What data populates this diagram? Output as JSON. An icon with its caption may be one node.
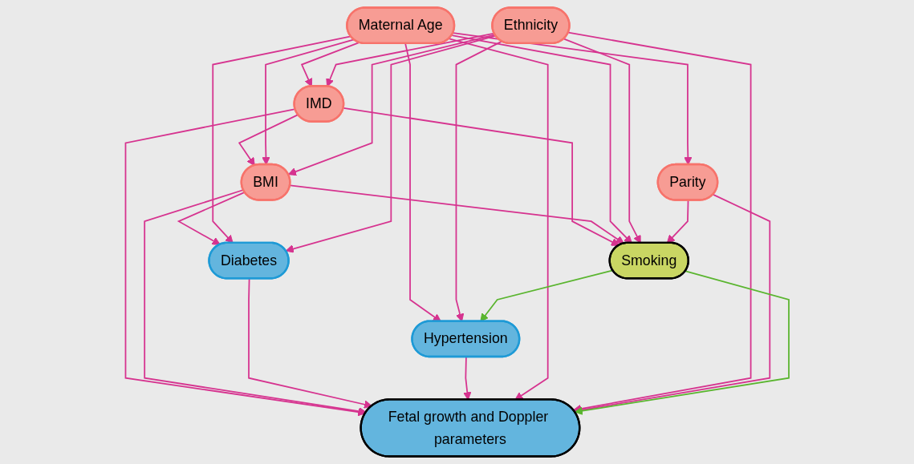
{
  "diagram": {
    "nodes": [
      {
        "text": [
          "IMD"
        ]
      },
      {
        "text": [
          "BMI"
        ]
      },
      {
        "text": [
          "Diabetes"
        ]
      },
      {
        "text": [
          "Hypertension"
        ]
      },
      {
        "text": [
          "Maternal Age"
        ]
      },
      {
        "text": [
          "Ethnicity"
        ]
      },
      {
        "text": [
          "Parity"
        ]
      },
      {
        "text": [
          "Smoking"
        ]
      },
      {
        "text": [
          "Fetal growth and Doppler parameters"
        ]
      }
    ],
    "edges": [
      {
        "from": 0,
        "to": 1,
        "arrow": "to"
      },
      {
        "from": 0,
        "to": 7,
        "arrow": "to"
      },
      {
        "from": 0,
        "to": 8,
        "arrow": "to"
      },
      {
        "from": 1,
        "to": 2,
        "arrow": "to"
      },
      {
        "from": 1,
        "to": 7,
        "arrow": "to"
      },
      {
        "from": 1,
        "to": 8,
        "arrow": "to"
      },
      {
        "from": 2,
        "to": 8,
        "arrow": "to"
      },
      {
        "from": 3,
        "to": 8,
        "arrow": "to"
      },
      {
        "from": 4,
        "to": 0,
        "arrow": "to"
      },
      {
        "from": 4,
        "to": 1,
        "arrow": "to"
      },
      {
        "from": 4,
        "to": 2,
        "arrow": "to"
      },
      {
        "from": 4,
        "to": 3,
        "arrow": "to"
      },
      {
        "from": 4,
        "to": 7,
        "arrow": "to"
      },
      {
        "from": 4,
        "to": 6,
        "arrow": "to"
      },
      {
        "from": 4,
        "to": 8,
        "arrow": "to"
      },
      {
        "from": 5,
        "to": 0,
        "arrow": "to"
      },
      {
        "from": 5,
        "to": 1,
        "arrow": "to"
      },
      {
        "from": 5,
        "to": 2,
        "arrow": "to"
      },
      {
        "from": 5,
        "to": 3,
        "arrow": "to"
      },
      {
        "from": 5,
        "to": 7,
        "arrow": "to"
      },
      {
        "from": 5,
        "to": 8,
        "arrow": "to"
      },
      {
        "from": 6,
        "to": 7,
        "arrow": "to"
      },
      {
        "from": 6,
        "to": 8,
        "arrow": "to"
      },
      {
        "from": 7,
        "to": 3,
        "arrow": "to",
        "color": "#5ab52f"
      },
      {
        "from": 7,
        "to": 8,
        "arrow": "to",
        "color": "#5ab52f"
      }
    ]
  }
}
